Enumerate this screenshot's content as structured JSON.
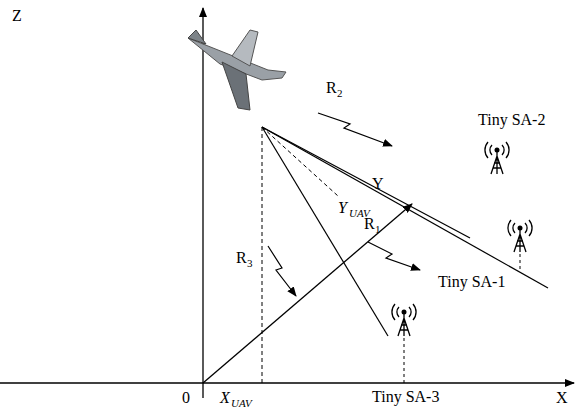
{
  "diagram": {
    "labels": [
      "Z",
      "Y",
      "X",
      "0",
      "X",
      "UAV",
      "Y",
      "UAV",
      "R",
      "2",
      "R",
      "1",
      "R",
      "3",
      "Tiny SA-2",
      "Tiny SA-1",
      "Tiny SA-3"
    ]
  }
}
